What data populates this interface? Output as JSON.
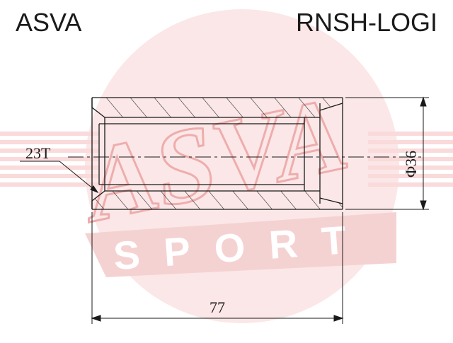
{
  "header": {
    "brand": "ASVA",
    "part_number": "RNSH-LOGI"
  },
  "watermark": {
    "logo_text": "ASVA",
    "sub_text": "SPORT",
    "brand_color": "#d42a2a"
  },
  "drawing": {
    "thread_label": "23T",
    "diameter_label": "Φ36",
    "length_label": "77",
    "line_color": "#1a1a1a"
  }
}
